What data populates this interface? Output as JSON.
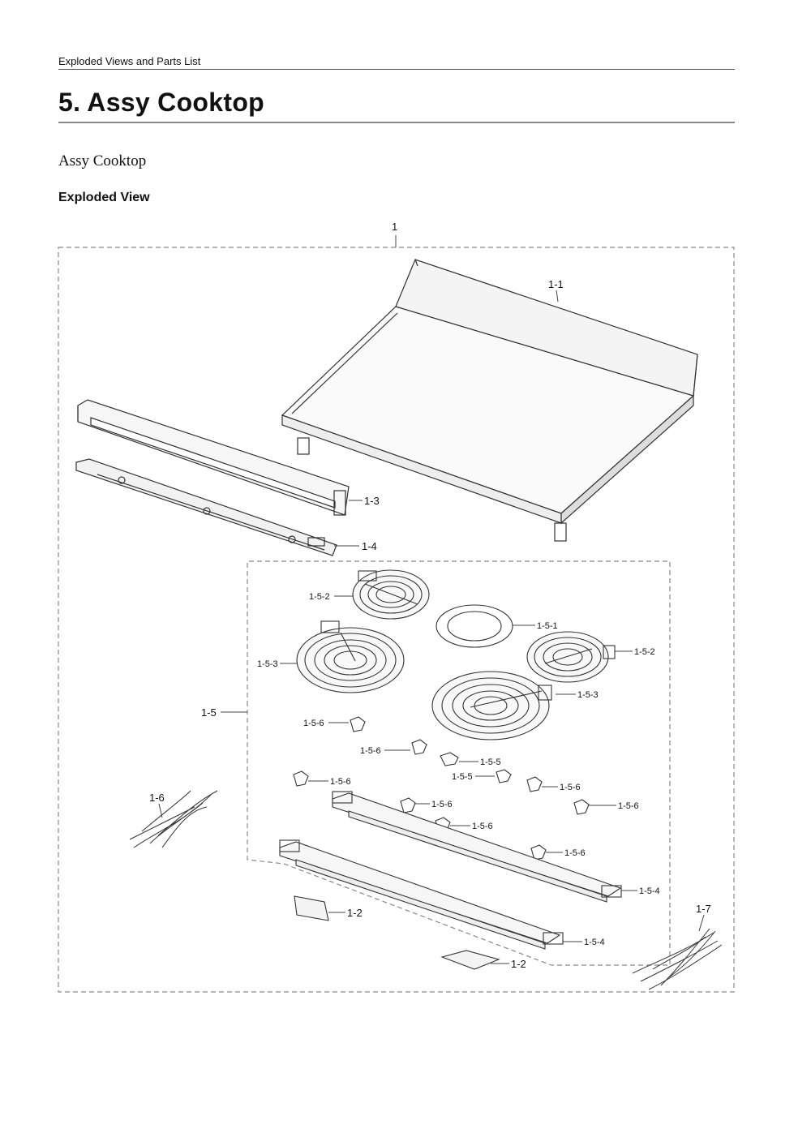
{
  "header": {
    "section_title": "Exploded Views and Parts List"
  },
  "page": {
    "title": "5.  Assy Cooktop",
    "subtitle": "Assy Cooktop",
    "view_heading": "Exploded View"
  },
  "callouts": {
    "assembly": "1",
    "cooktop_glass": "1-1",
    "front_panel": "1-3",
    "bracket": "1-4",
    "element_group": "1-5",
    "element_small_top": "1-5-2",
    "ring": "1-5-1",
    "element_small_right": "1-5-2",
    "element_large_left": "1-5-3",
    "element_large_right": "1-5-3",
    "clip_a": "1-5-6",
    "clip_b": "1-5-6",
    "clip_c": "1-5-5",
    "clip_d": "1-5-5",
    "clip_e": "1-5-6",
    "clip_f": "1-5-6",
    "clip_g": "1-5-6",
    "clip_h": "1-5-6",
    "clip_i": "1-5-6",
    "clip_j": "1-5-6",
    "rail_upper": "1-5-4",
    "rail_lower": "1-5-4",
    "harness_left": "1-6",
    "harness_right": "1-7",
    "plate_left": "1-2",
    "plate_right": "1-2"
  }
}
